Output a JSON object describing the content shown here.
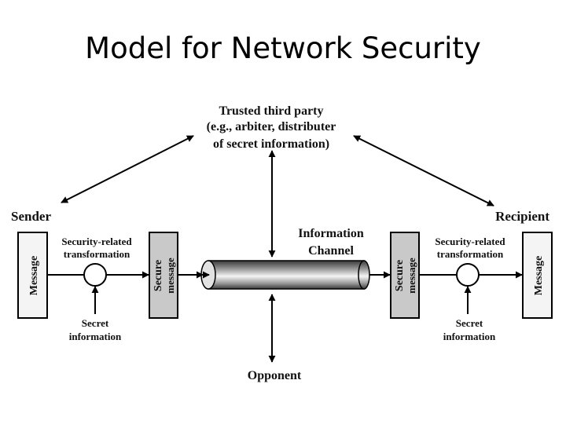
{
  "slide": {
    "title": "Model for Network Security"
  },
  "diagram": {
    "trusted_third_party": {
      "line1": "Trusted third party",
      "line2": "(e.g., arbiter, distributer",
      "line3": "of secret information)"
    },
    "sender": {
      "label": "Sender",
      "message": "Message",
      "transformation_line1": "Security-related",
      "transformation_line2": "transformation",
      "secret_line1": "Secret",
      "secret_line2": "information",
      "secure_line1": "Secure",
      "secure_line2": "message"
    },
    "channel": {
      "line1": "Information",
      "line2": "Channel"
    },
    "recipient": {
      "label": "Recipient",
      "message": "Message",
      "transformation_line1": "Security-related",
      "transformation_line2": "transformation",
      "secret_line1": "Secret",
      "secret_line2": "information",
      "secure_line1": "Secure",
      "secure_line2": "message"
    },
    "opponent": {
      "label": "Opponent"
    }
  }
}
